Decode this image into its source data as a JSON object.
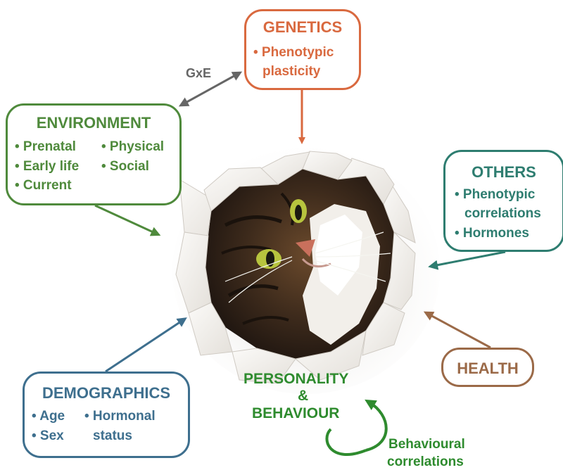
{
  "colors": {
    "genetics": "#d9693f",
    "environment": "#4f8a3c",
    "others": "#2e7d70",
    "demographics": "#3e6f8e",
    "health": "#9b6a48",
    "personality": "#2e8b2e",
    "gxe": "#666666"
  },
  "genetics": {
    "title": "GENETICS",
    "items": [
      "• Phenotypic",
      "plasticity"
    ]
  },
  "environment": {
    "title": "ENVIRONMENT",
    "items": [
      "• Prenatal",
      "• Physical",
      "• Early life",
      "• Social",
      "• Current"
    ]
  },
  "others": {
    "title": "OTHERS",
    "items": [
      "• Phenotypic",
      "correlations",
      "• Hormones"
    ]
  },
  "demographics": {
    "title": "DEMOGRAPHICS",
    "items": [
      "• Age",
      "• Hormonal",
      "• Sex",
      "status"
    ]
  },
  "health": {
    "title": "HEALTH"
  },
  "gxe_label": "GxE",
  "center": {
    "line1": "PERSONALITY",
    "line2": "&",
    "line3": "BEHAVIOUR"
  },
  "behavioural": {
    "line1": "Behavioural",
    "line2": "correlations"
  },
  "image": {
    "subject": "cat-peeking-through-torn-paper"
  }
}
